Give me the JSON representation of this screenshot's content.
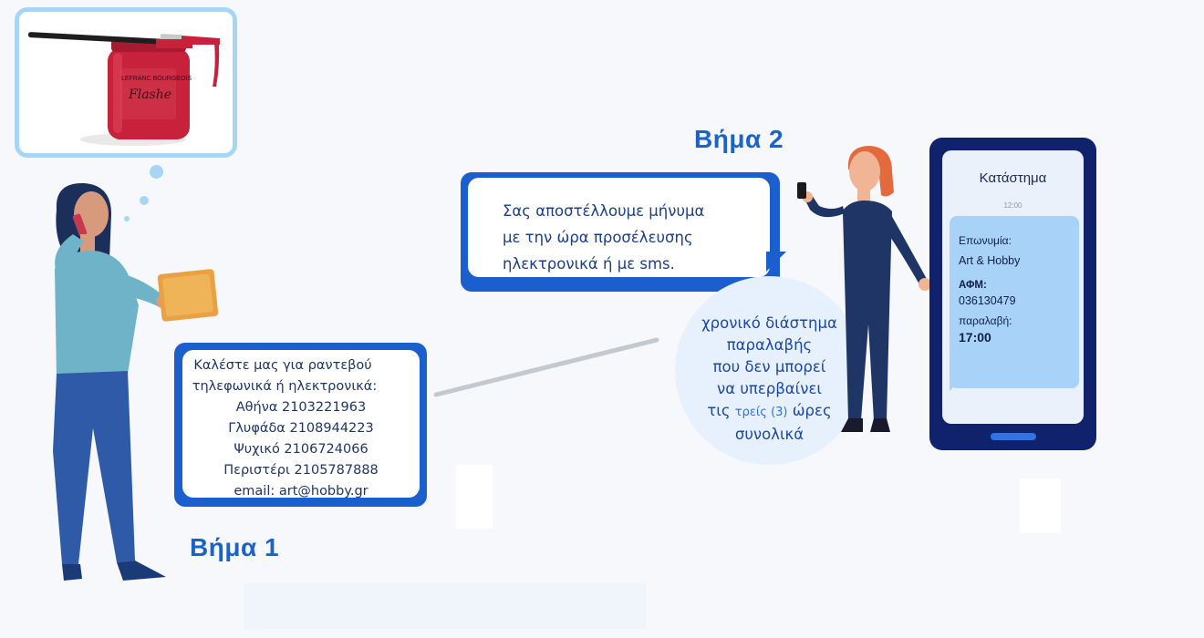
{
  "step1": {
    "label": "Βήμα 1"
  },
  "step2": {
    "label": "Βήμα 2"
  },
  "message_bubble": {
    "lines": [
      "Σας αποστέλλουμε μήνυμα",
      "με την ώρα προσέλευσης",
      "ηλεκτρονικά ή με sms."
    ]
  },
  "contact_box": {
    "lines": [
      "Καλέστε μας για ραντεβού",
      "τηλεφωνικά ή ηλεκτρονικά:",
      "Αθήνα 2103221963",
      "Γλυφάδα 2108944223",
      "Ψυχικό 2106724066",
      "Περιστέρι 2105787888",
      "email: art@hobby.gr"
    ]
  },
  "pickup_note": {
    "line1": "χρονικό διάστημα",
    "line2": "παραλαβής",
    "line3": "που δεν μπορεί",
    "line4": "να υπερβαίνει",
    "line5_prefix": "τις",
    "line5_small": "τρείς (3)",
    "line5_suffix": "ώρες",
    "line6": "συνολικά"
  },
  "phone": {
    "title": "Κατάστημα",
    "time": "12:00",
    "name_label": "Επωνυμία:",
    "name_value": "Art & Hobby",
    "tax_label": "ΑΦΜ:",
    "tax_value": "036130479",
    "pickup_label": "παραλαβή:",
    "pickup_value": "17:00"
  },
  "product_image": {
    "brand": "LEFRANC BOURGEOIS",
    "product": "Flashe"
  },
  "colors": {
    "accent_blue": "#1b5fcf",
    "step_blue": "#1b63c8",
    "phone_navy": "#10226b",
    "message_blue": "#a9d2f9",
    "paint_red": "#c8213b"
  }
}
